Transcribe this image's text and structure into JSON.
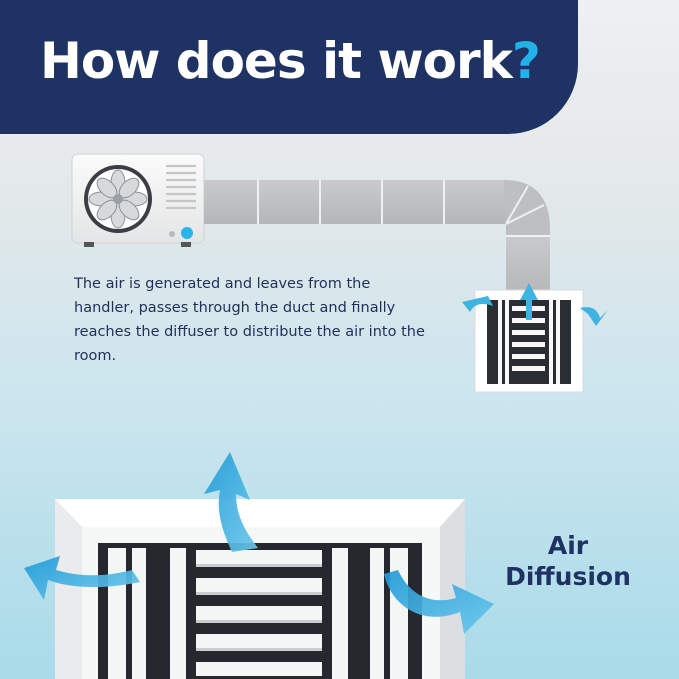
{
  "title": {
    "main": "How does it work",
    "punctuation": "?"
  },
  "description": "The air is generated and leaves from the handler, passes through the duct and finally reaches the diffuser to distribute the air into the room.",
  "label": {
    "line1": "Air",
    "line2": "Diffusion"
  },
  "colors": {
    "banner": "#1e3263",
    "accent": "#22b2e8",
    "text": "#22315a",
    "arrow": "#3fb4e2"
  }
}
